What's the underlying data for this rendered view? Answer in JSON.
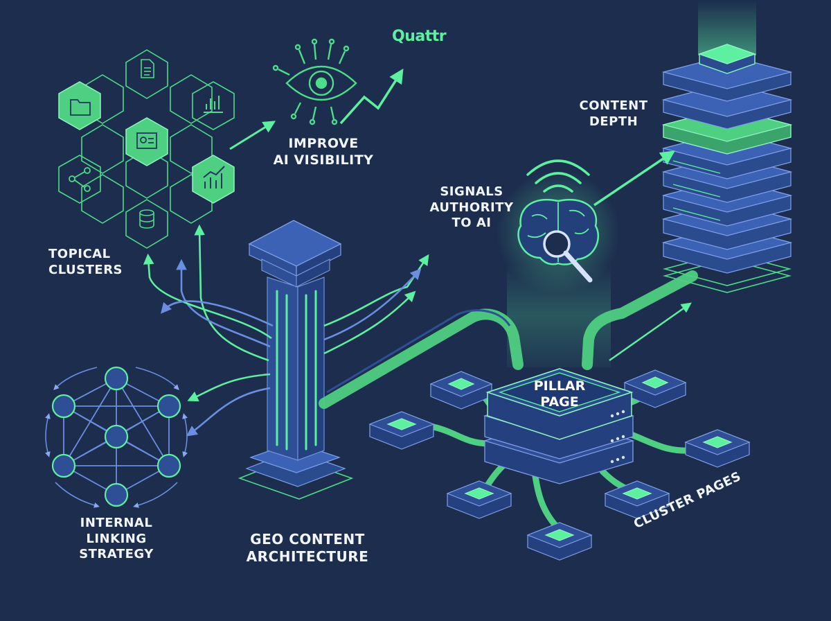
{
  "brand": "Quattr",
  "labels": {
    "improve_ai_visibility": [
      "IMPROVE",
      "AI VISIBILITY"
    ],
    "content_depth": [
      "CONTENT",
      "DEPTH"
    ],
    "signals_authority": [
      "SIGNALS",
      "AUTHORITY",
      "TO AI"
    ],
    "topical_clusters": [
      "TOPICAL",
      "CLUSTERS"
    ],
    "internal_linking": [
      "INTERNAL",
      "LINKING",
      "STRATEGY"
    ],
    "geo_content": [
      "GEO CONTENT",
      "ARCHITECTURE"
    ],
    "pillar_page": [
      "PILLAR",
      "PAGE"
    ],
    "cluster_pages": "CLUSTER PAGES"
  },
  "colors": {
    "background": "#1c2d4d",
    "accent_green": "#5df0a0",
    "block_blue": "#2e4f96",
    "outline_green": "#4ddc8a"
  },
  "icons": {
    "hex_cluster": [
      "document-icon",
      "folder-icon",
      "bar-chart-icon",
      "presentation-icon",
      "share-nodes-icon",
      "trend-chart-icon",
      "database-icon"
    ],
    "visibility": "eye-circuit-icon",
    "authority": "brain-search-icon"
  }
}
